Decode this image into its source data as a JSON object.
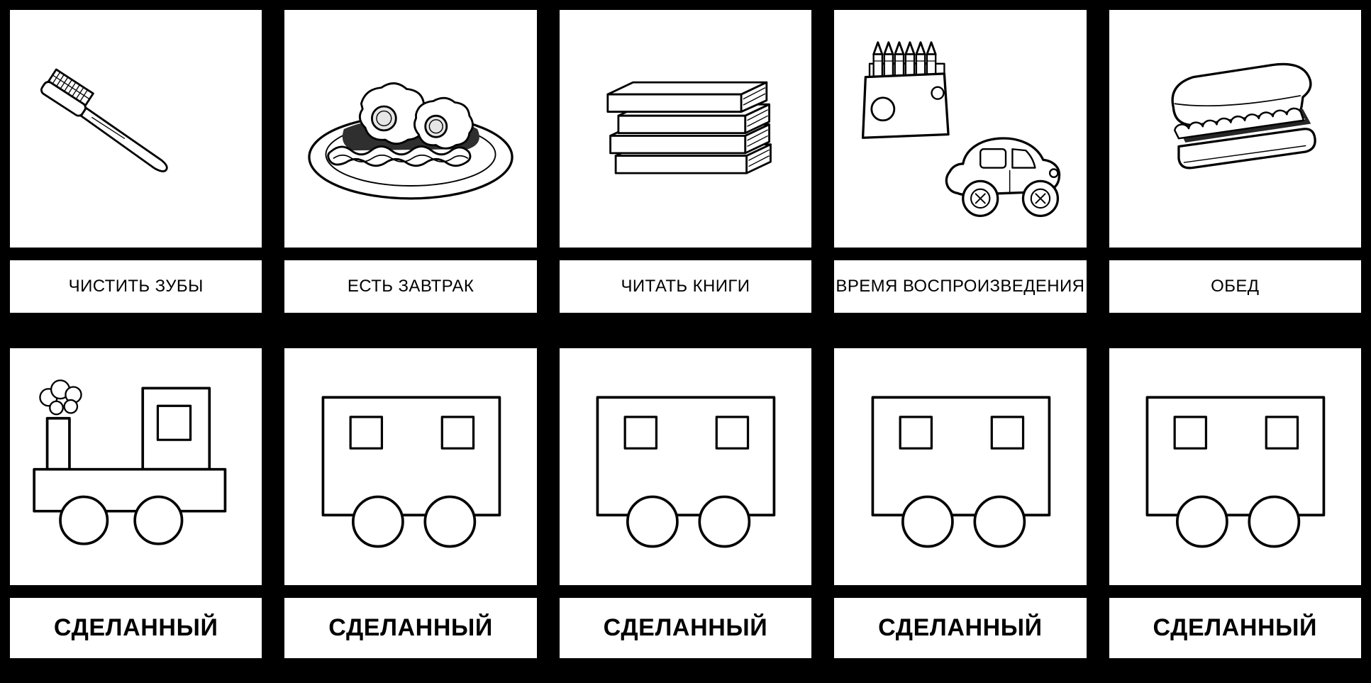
{
  "board": {
    "background": "#000000",
    "card_background": "#ffffff",
    "border_color": "#000000",
    "text_color": "#000000"
  },
  "activities_row": {
    "cards": [
      {
        "label": "ЧИСТИТЬ ЗУБЫ",
        "icon": "toothbrush-icon"
      },
      {
        "label": "ЕСТЬ ЗАВТРАК",
        "icon": "breakfast-plate-icon"
      },
      {
        "label": "ЧИТАТЬ КНИГИ",
        "icon": "book-stack-icon"
      },
      {
        "label": "ВРЕМЯ ВОСПРОИЗВЕДЕНИЯ",
        "icon": "crayon-box-and-toy-car-icon"
      },
      {
        "label": "ОБЕД",
        "icon": "sandwich-icon"
      }
    ]
  },
  "done_row": {
    "cards": [
      {
        "label": "СДЕЛАННЫЙ",
        "icon": "train-engine-icon"
      },
      {
        "label": "СДЕЛАННЫЙ",
        "icon": "train-car-icon"
      },
      {
        "label": "СДЕЛАННЫЙ",
        "icon": "train-car-icon"
      },
      {
        "label": "СДЕЛАННЫЙ",
        "icon": "train-car-icon"
      },
      {
        "label": "СДЕЛАННЫЙ",
        "icon": "train-car-icon"
      }
    ]
  }
}
